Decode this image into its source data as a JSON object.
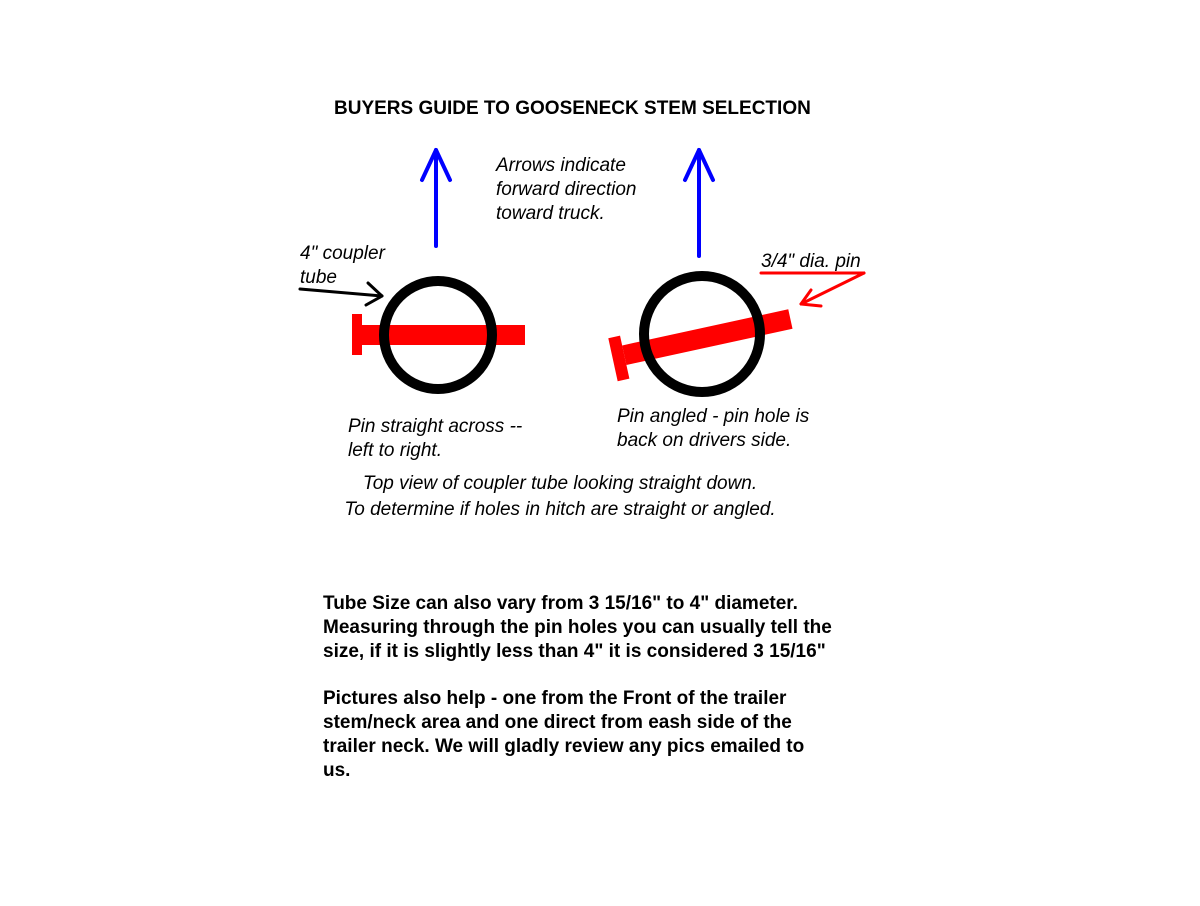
{
  "title": "BUYERS GUIDE TO GOOSENECK STEM SELECTION",
  "arrow_note": [
    "Arrows indicate",
    "forward direction",
    "toward truck."
  ],
  "coupler_label": [
    "4\" coupler",
    "tube"
  ],
  "pin_dia_label": "3/4\" dia. pin",
  "straight_caption": [
    "Pin straight across --",
    "left to right."
  ],
  "angled_caption": [
    "Pin angled - pin hole is",
    "back on drivers side."
  ],
  "view_caption": [
    "Top view of coupler tube looking straight down.",
    "To determine if holes in hitch are straight or angled."
  ],
  "tube_size_paragraph": [
    "Tube Size can also vary from 3 15/16\" to 4\" diameter.",
    "Measuring through the pin holes you can usually tell the",
    "size, if it is slightly less than 4\" it is considered 3 15/16\""
  ],
  "pictures_paragraph": [
    "Pictures also help - one from the Front of the trailer",
    "stem/neck area and one direct from eash side of the",
    "trailer neck.  We will gladly review any pics emailed to",
    "us."
  ],
  "colors": {
    "arrow": "#0000ff",
    "pin": "#ff0000",
    "tube": "#000000"
  },
  "icons": [
    "forward-arrow-icon",
    "coupler-tube-icon",
    "pin-icon",
    "pointer-arrow-icon"
  ]
}
